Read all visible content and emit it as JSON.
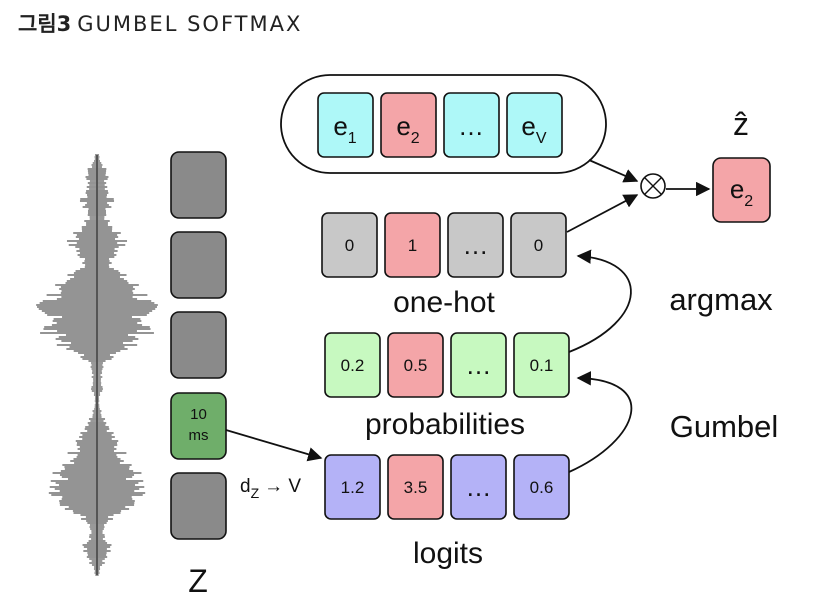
{
  "caption": {
    "number": "그림3",
    "title": "GUMBEL SOFTMAX"
  },
  "colors": {
    "gray": "#8a8a8a",
    "light_gray": "#c8c8c8",
    "pink": "#f4a5a8",
    "cyan": "#aef8f8",
    "green": "#c7f9c0",
    "purple": "#b4b2f7",
    "frame_green": "#6fae6a",
    "waveform": "#555555"
  },
  "codebook": {
    "cells": [
      "e",
      "e",
      "…",
      "e"
    ],
    "subs": [
      "1",
      "2",
      "",
      "V"
    ]
  },
  "z_frame": {
    "line1": "10",
    "line2": "ms"
  },
  "z_label": "Z",
  "projection_label": "d",
  "projection_sub": "Z",
  "projection_tail": "→ V",
  "logits": {
    "label": "logits",
    "cells": [
      "1.2",
      "3.5",
      "…",
      "0.6"
    ]
  },
  "probabilities": {
    "label": "probabilities",
    "cells": [
      "0.2",
      "0.5",
      "…",
      "0.1"
    ]
  },
  "one_hot": {
    "label": "one-hot",
    "cells": [
      "0",
      "1",
      "…",
      "0"
    ]
  },
  "gumbel_label": "Gumbel",
  "argmax_label": "argmax",
  "output": {
    "label": "ẑ",
    "cell": "e",
    "sub": "2"
  }
}
